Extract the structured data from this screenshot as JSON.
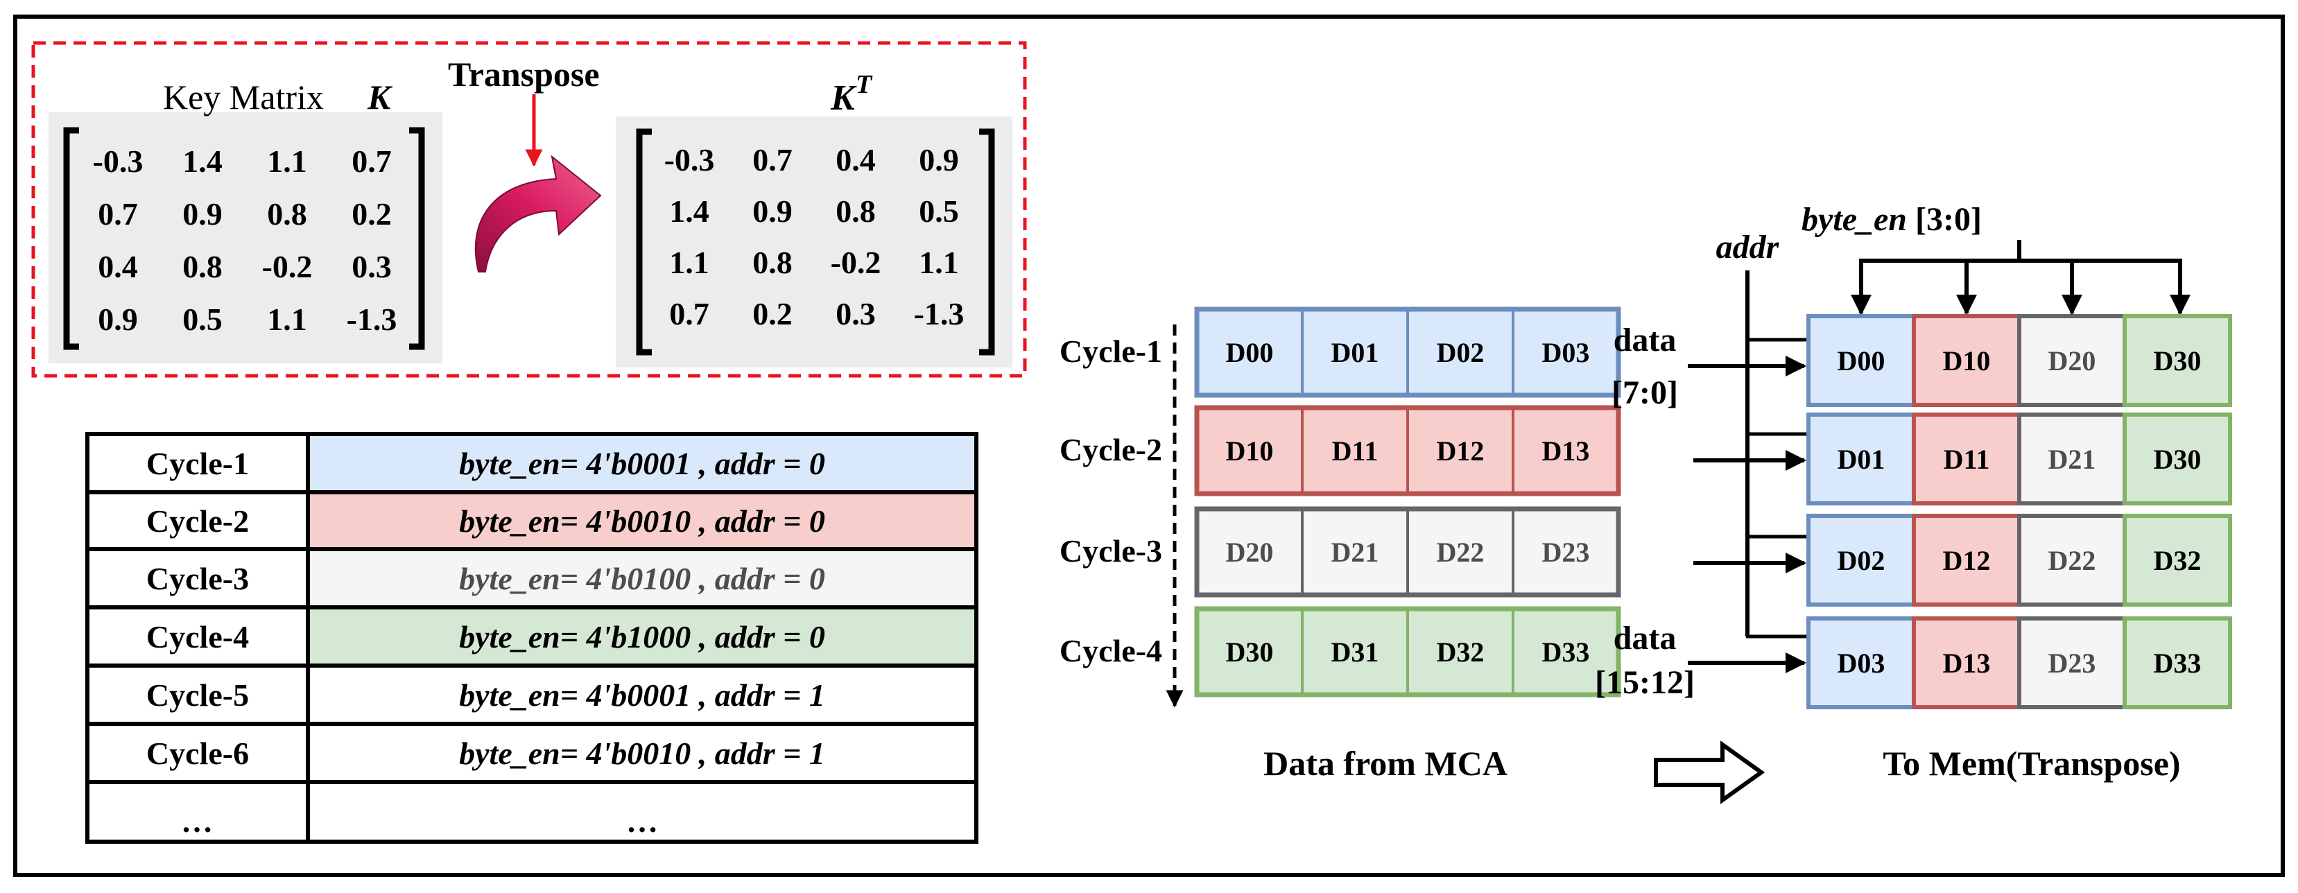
{
  "matrix_k": {
    "title": "Key Matrix",
    "symbol": "K",
    "rows": [
      [
        "-0.3",
        "1.4",
        "1.1",
        "0.7"
      ],
      [
        "0.7",
        "0.9",
        "0.8",
        "0.2"
      ],
      [
        "0.4",
        "0.8",
        "-0.2",
        "0.3"
      ],
      [
        "0.9",
        "0.5",
        "1.1",
        "-1.3"
      ]
    ]
  },
  "transpose_label": "Transpose",
  "matrix_kt": {
    "symbol": "K",
    "superscript": "T",
    "rows": [
      [
        "-0.3",
        "0.7",
        "0.4",
        "0.9"
      ],
      [
        "1.4",
        "0.9",
        "0.8",
        "0.5"
      ],
      [
        "1.1",
        "0.8",
        "-0.2",
        "1.1"
      ],
      [
        "0.7",
        "0.2",
        "0.3",
        "-1.3"
      ]
    ]
  },
  "cycle_table": [
    {
      "cycle": "Cycle-1",
      "byte_en_label": "byte_en",
      "byte_en_value": "= 4'b0001 ,",
      "addr_label": "addr",
      "addr_value": "= 0",
      "bg": "#dae8fc",
      "color": "#000000"
    },
    {
      "cycle": "Cycle-2",
      "byte_en_label": "byte_en",
      "byte_en_value": "= 4'b0010 ,",
      "addr_label": "addr",
      "addr_value": "= 0",
      "bg": "#f8cecc",
      "color": "#000000"
    },
    {
      "cycle": "Cycle-3",
      "byte_en_label": "byte_en",
      "byte_en_value": "= 4'b0100 ,",
      "addr_label": "addr",
      "addr_value": "= 0",
      "bg": "#f5f5f5",
      "color": "#4d4d4d"
    },
    {
      "cycle": "Cycle-4",
      "byte_en_label": "byte_en",
      "byte_en_value": "= 4'b1000 ,",
      "addr_label": "addr",
      "addr_value": "= 0",
      "bg": "#d5e8d4",
      "color": "#000000"
    },
    {
      "cycle": "Cycle-5",
      "byte_en_label": "byte_en",
      "byte_en_value": "= 4'b0001 ,",
      "addr_label": "addr",
      "addr_value": "= 1",
      "bg": "#ffffff",
      "color": "#000000"
    },
    {
      "cycle": "Cycle-6",
      "byte_en_label": "byte_en",
      "byte_en_value": "= 4'b0010 ,",
      "addr_label": "addr",
      "addr_value": "= 1",
      "bg": "#ffffff",
      "color": "#000000"
    }
  ],
  "table_ellipsis": [
    "…",
    "…"
  ],
  "mca": {
    "cycle_labels": [
      "Cycle-1",
      "Cycle-2",
      "Cycle-3",
      "Cycle-4"
    ],
    "rows": [
      [
        "D00",
        "D01",
        "D02",
        "D03"
      ],
      [
        "D10",
        "D11",
        "D12",
        "D13"
      ],
      [
        "D20",
        "D21",
        "D22",
        "D23"
      ],
      [
        "D30",
        "D31",
        "D32",
        "D33"
      ]
    ],
    "caption": "Data from MCA"
  },
  "mem": {
    "rows": [
      [
        "D00",
        "D10",
        "D20",
        "D30"
      ],
      [
        "D01",
        "D11",
        "D21",
        "D30"
      ],
      [
        "D02",
        "D12",
        "D22",
        "D32"
      ],
      [
        "D03",
        "D13",
        "D23",
        "D33"
      ]
    ],
    "caption": "To Mem(Transpose)"
  },
  "signals": {
    "addr": "addr",
    "byte_en": "byte_en",
    "byte_en_range": "[3:0]",
    "data_top_1": "data",
    "data_top_2": "[7:0]",
    "data_bottom_1": "data",
    "data_bottom_2": "[15:12]"
  },
  "colors": {
    "blue_fill": "#dae8fc",
    "blue_stroke": "#6c8ebf",
    "red_fill": "#f8cecc",
    "red_stroke": "#b85450",
    "gray_fill": "#f5f5f5",
    "gray_stroke": "#666666",
    "green_fill": "#d5e8d4",
    "green_stroke": "#82b366",
    "dashed_border": "#e8141f",
    "arrow_magenta": "#c2185b"
  }
}
